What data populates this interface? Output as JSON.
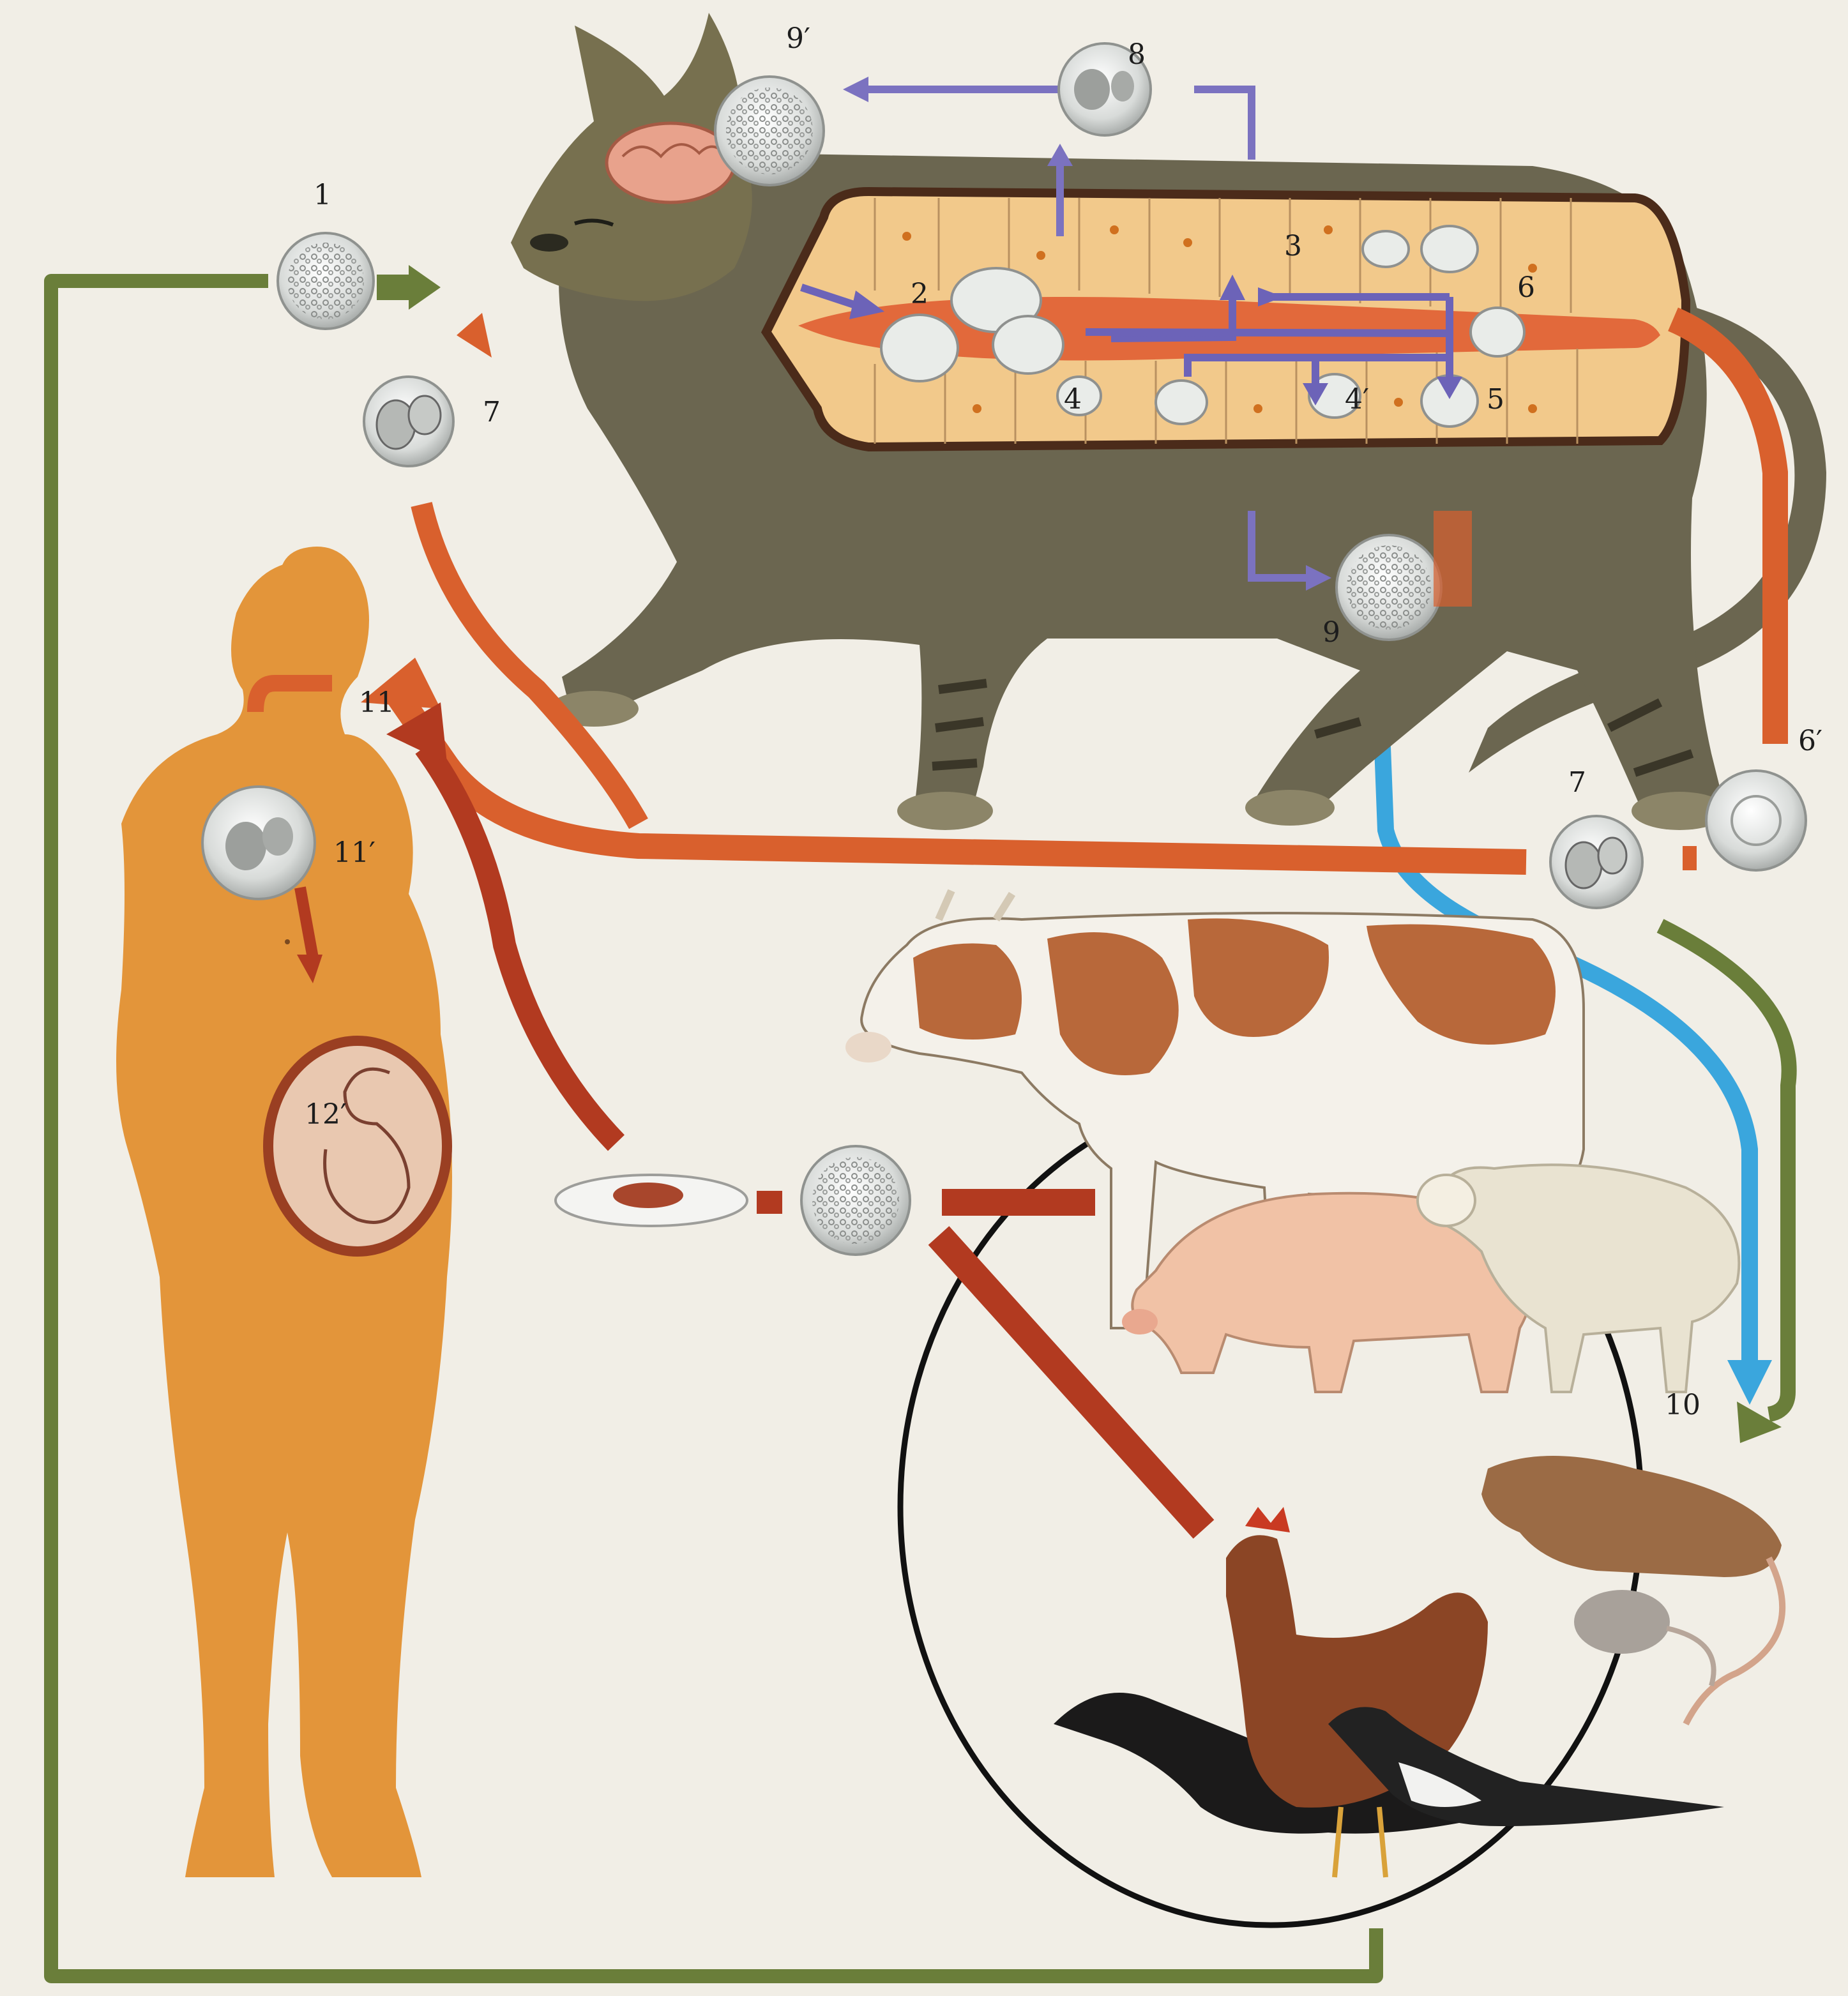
{
  "colors": {
    "background": "#f1eee6",
    "orange_path": "#d9602d",
    "dark_red_path": "#b23a20",
    "purple_path": "#7b72c0",
    "green_path": "#6a7e3a",
    "blue_path": "#3aa6dd",
    "human_silhouette": "#e3953a",
    "cat_fur": "#6b6650",
    "intestine_wall": "#4b2b1a",
    "intestine_tissue": "#f2c98b",
    "cow_patch": "#b8683a",
    "pig": "#f1c2a6",
    "sheep": "#e9e3d1",
    "rodent": "#9b6b45",
    "cyst_fill": "#d6d8d6"
  },
  "labels": {
    "l1": "1",
    "l2": "2",
    "l3": "3",
    "l4": "4",
    "l4p": "4′",
    "l5": "5",
    "l6": "6",
    "l6p": "6′",
    "l7a": "7",
    "l7b": "7",
    "l8": "8",
    "l9": "9",
    "l9p": "9′",
    "l10": "10",
    "l11": "11",
    "l11p": "11′",
    "l12p": "12′"
  },
  "icons": {
    "cat": "cat-illustration",
    "human": "pregnant-woman-silhouette",
    "fetus": "fetus-icon",
    "cow": "cow-illustration",
    "pig": "pig-illustration",
    "sheep": "sheep-illustration",
    "rodents": "rat-and-mouse-illustration",
    "birds": "crow-hen-magpie-illustration",
    "meat": "raw-meat-plate-icon",
    "cyst": "tissue-cyst-icon",
    "oocyst": "oocyst-icon"
  }
}
